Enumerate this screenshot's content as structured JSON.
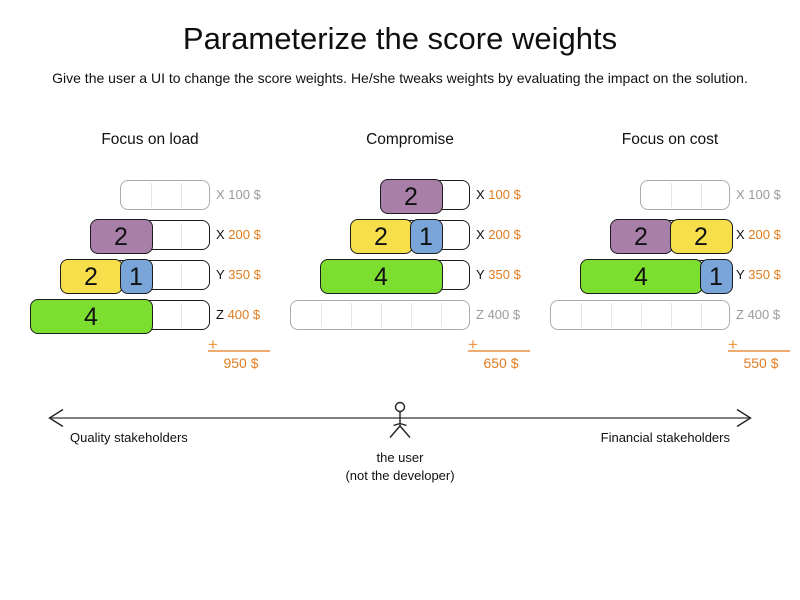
{
  "title": "Parameterize the score weights",
  "subtitle": "Give the user a UI to change the score weights. He/she tweaks weights by evaluating the impact on the solution.",
  "plus_sign": "+",
  "colors": {
    "purple": "#a87fa8",
    "yellow": "#f6df4b",
    "blue": "#79a5d8",
    "green": "#7cdf2f",
    "orange_text": "#e07c1f",
    "plus_orange": "#ed9440",
    "sum_line": "#edaa73",
    "gray_text": "#9b9b9b",
    "active_border": "#1c1c1c",
    "inactive_border": "#ababab",
    "cell_divider": "#e5e5e5",
    "axis_line": "#808080",
    "figure_stroke": "#222222",
    "text_dark": "#111111"
  },
  "panels": [
    {
      "title": "Focus on load",
      "total": "950 $",
      "rows": [
        {
          "label_letter": "X",
          "label_price": "100 $",
          "active": false,
          "cells": 3,
          "segments": []
        },
        {
          "label_letter": "X",
          "label_price": "200 $",
          "active": true,
          "cells": 4,
          "segments": [
            {
              "value": "2",
              "color": "purple",
              "cells": 2
            }
          ]
        },
        {
          "label_letter": "Y",
          "label_price": "350 $",
          "active": true,
          "cells": 5,
          "segments": [
            {
              "value": "2",
              "color": "yellow",
              "cells": 2
            },
            {
              "value": "1",
              "color": "blue",
              "cells": 1
            }
          ]
        },
        {
          "label_letter": "Z",
          "label_price": "400 $",
          "active": true,
          "cells": 6,
          "segments": [
            {
              "value": "4",
              "color": "green",
              "cells": 4
            }
          ]
        }
      ]
    },
    {
      "title": "Compromise",
      "total": "650 $",
      "rows": [
        {
          "label_letter": "X",
          "label_price": "100 $",
          "active": true,
          "cells": 3,
          "segments": [
            {
              "value": "2",
              "color": "purple",
              "cells": 2
            }
          ]
        },
        {
          "label_letter": "X",
          "label_price": "200 $",
          "active": true,
          "cells": 4,
          "segments": [
            {
              "value": "2",
              "color": "yellow",
              "cells": 2
            },
            {
              "value": "1",
              "color": "blue",
              "cells": 1
            }
          ]
        },
        {
          "label_letter": "Y",
          "label_price": "350 $",
          "active": true,
          "cells": 5,
          "segments": [
            {
              "value": "4",
              "color": "green",
              "cells": 4
            }
          ]
        },
        {
          "label_letter": "Z",
          "label_price": "400 $",
          "active": false,
          "cells": 6,
          "segments": []
        }
      ]
    },
    {
      "title": "Focus on cost",
      "total": "550 $",
      "rows": [
        {
          "label_letter": "X",
          "label_price": "100 $",
          "active": false,
          "cells": 3,
          "segments": []
        },
        {
          "label_letter": "X",
          "label_price": "200 $",
          "active": true,
          "cells": 4,
          "segments": [
            {
              "value": "2",
              "color": "purple",
              "cells": 2
            },
            {
              "value": "2",
              "color": "yellow",
              "cells": 2
            }
          ]
        },
        {
          "label_letter": "Y",
          "label_price": "350 $",
          "active": true,
          "cells": 5,
          "segments": [
            {
              "value": "4",
              "color": "green",
              "cells": 4
            },
            {
              "value": "1",
              "color": "blue",
              "cells": 1
            }
          ]
        },
        {
          "label_letter": "Z",
          "label_price": "400 $",
          "active": false,
          "cells": 6,
          "segments": []
        }
      ]
    }
  ],
  "axis": {
    "left_label": "Quality stakeholders",
    "right_label": "Financial stakeholders",
    "center_label_line1": "the user",
    "center_label_line2": "(not the developer)"
  }
}
